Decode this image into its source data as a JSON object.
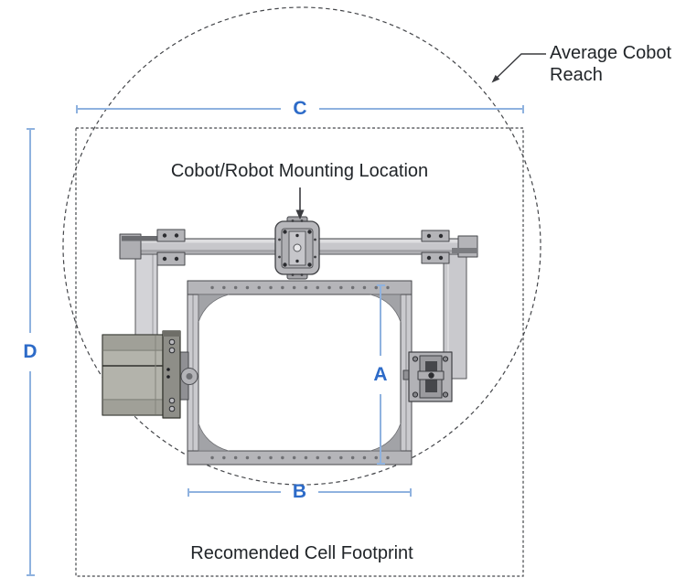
{
  "annotations": {
    "mounting_location": "Cobot/Robot Mounting Location",
    "average_reach": "Average Cobot Reach",
    "cell_footprint": "Recomended Cell Footprint"
  },
  "dimensions": {
    "a": "A",
    "b": "B",
    "c": "C",
    "d": "D"
  },
  "colors": {
    "dimension_line": "#8FB2DF",
    "dimension_label": "#2D6BC8",
    "dashed_outline": "#44464A",
    "annotation_text": "#212529",
    "machine_light": "#D3D3D7",
    "machine_mid": "#B5B5B9",
    "machine_dark": "#8E8E88"
  }
}
